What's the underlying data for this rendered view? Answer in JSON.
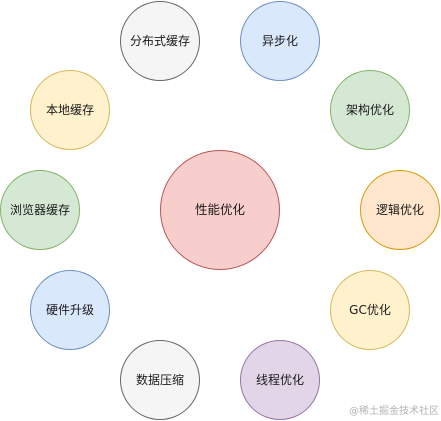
{
  "diagram": {
    "center": {
      "label": "性能优化",
      "fill": "#f8cecc",
      "stroke": "#b85450"
    },
    "nodes": [
      {
        "label": "分布式缓存",
        "fill": "#f5f5f5",
        "stroke": "#666666"
      },
      {
        "label": "异步化",
        "fill": "#dae8fc",
        "stroke": "#6c8ebf"
      },
      {
        "label": "架构优化",
        "fill": "#d5e8d4",
        "stroke": "#82b366"
      },
      {
        "label": "逻辑优化",
        "fill": "#ffe6cc",
        "stroke": "#d79b00"
      },
      {
        "label": "GC优化",
        "fill": "#fff2cc",
        "stroke": "#d6b656"
      },
      {
        "label": "线程优化",
        "fill": "#e1d5e7",
        "stroke": "#9673a6"
      },
      {
        "label": "数据压缩",
        "fill": "#f5f5f5",
        "stroke": "#666666"
      },
      {
        "label": "硬件升级",
        "fill": "#dae8fc",
        "stroke": "#6c8ebf"
      },
      {
        "label": "浏览器缓存",
        "fill": "#d5e8d4",
        "stroke": "#82b366"
      },
      {
        "label": "本地缓存",
        "fill": "#fff2cc",
        "stroke": "#d6b656"
      }
    ]
  },
  "watermark": {
    "text": "@稀土掘金技术社区"
  }
}
